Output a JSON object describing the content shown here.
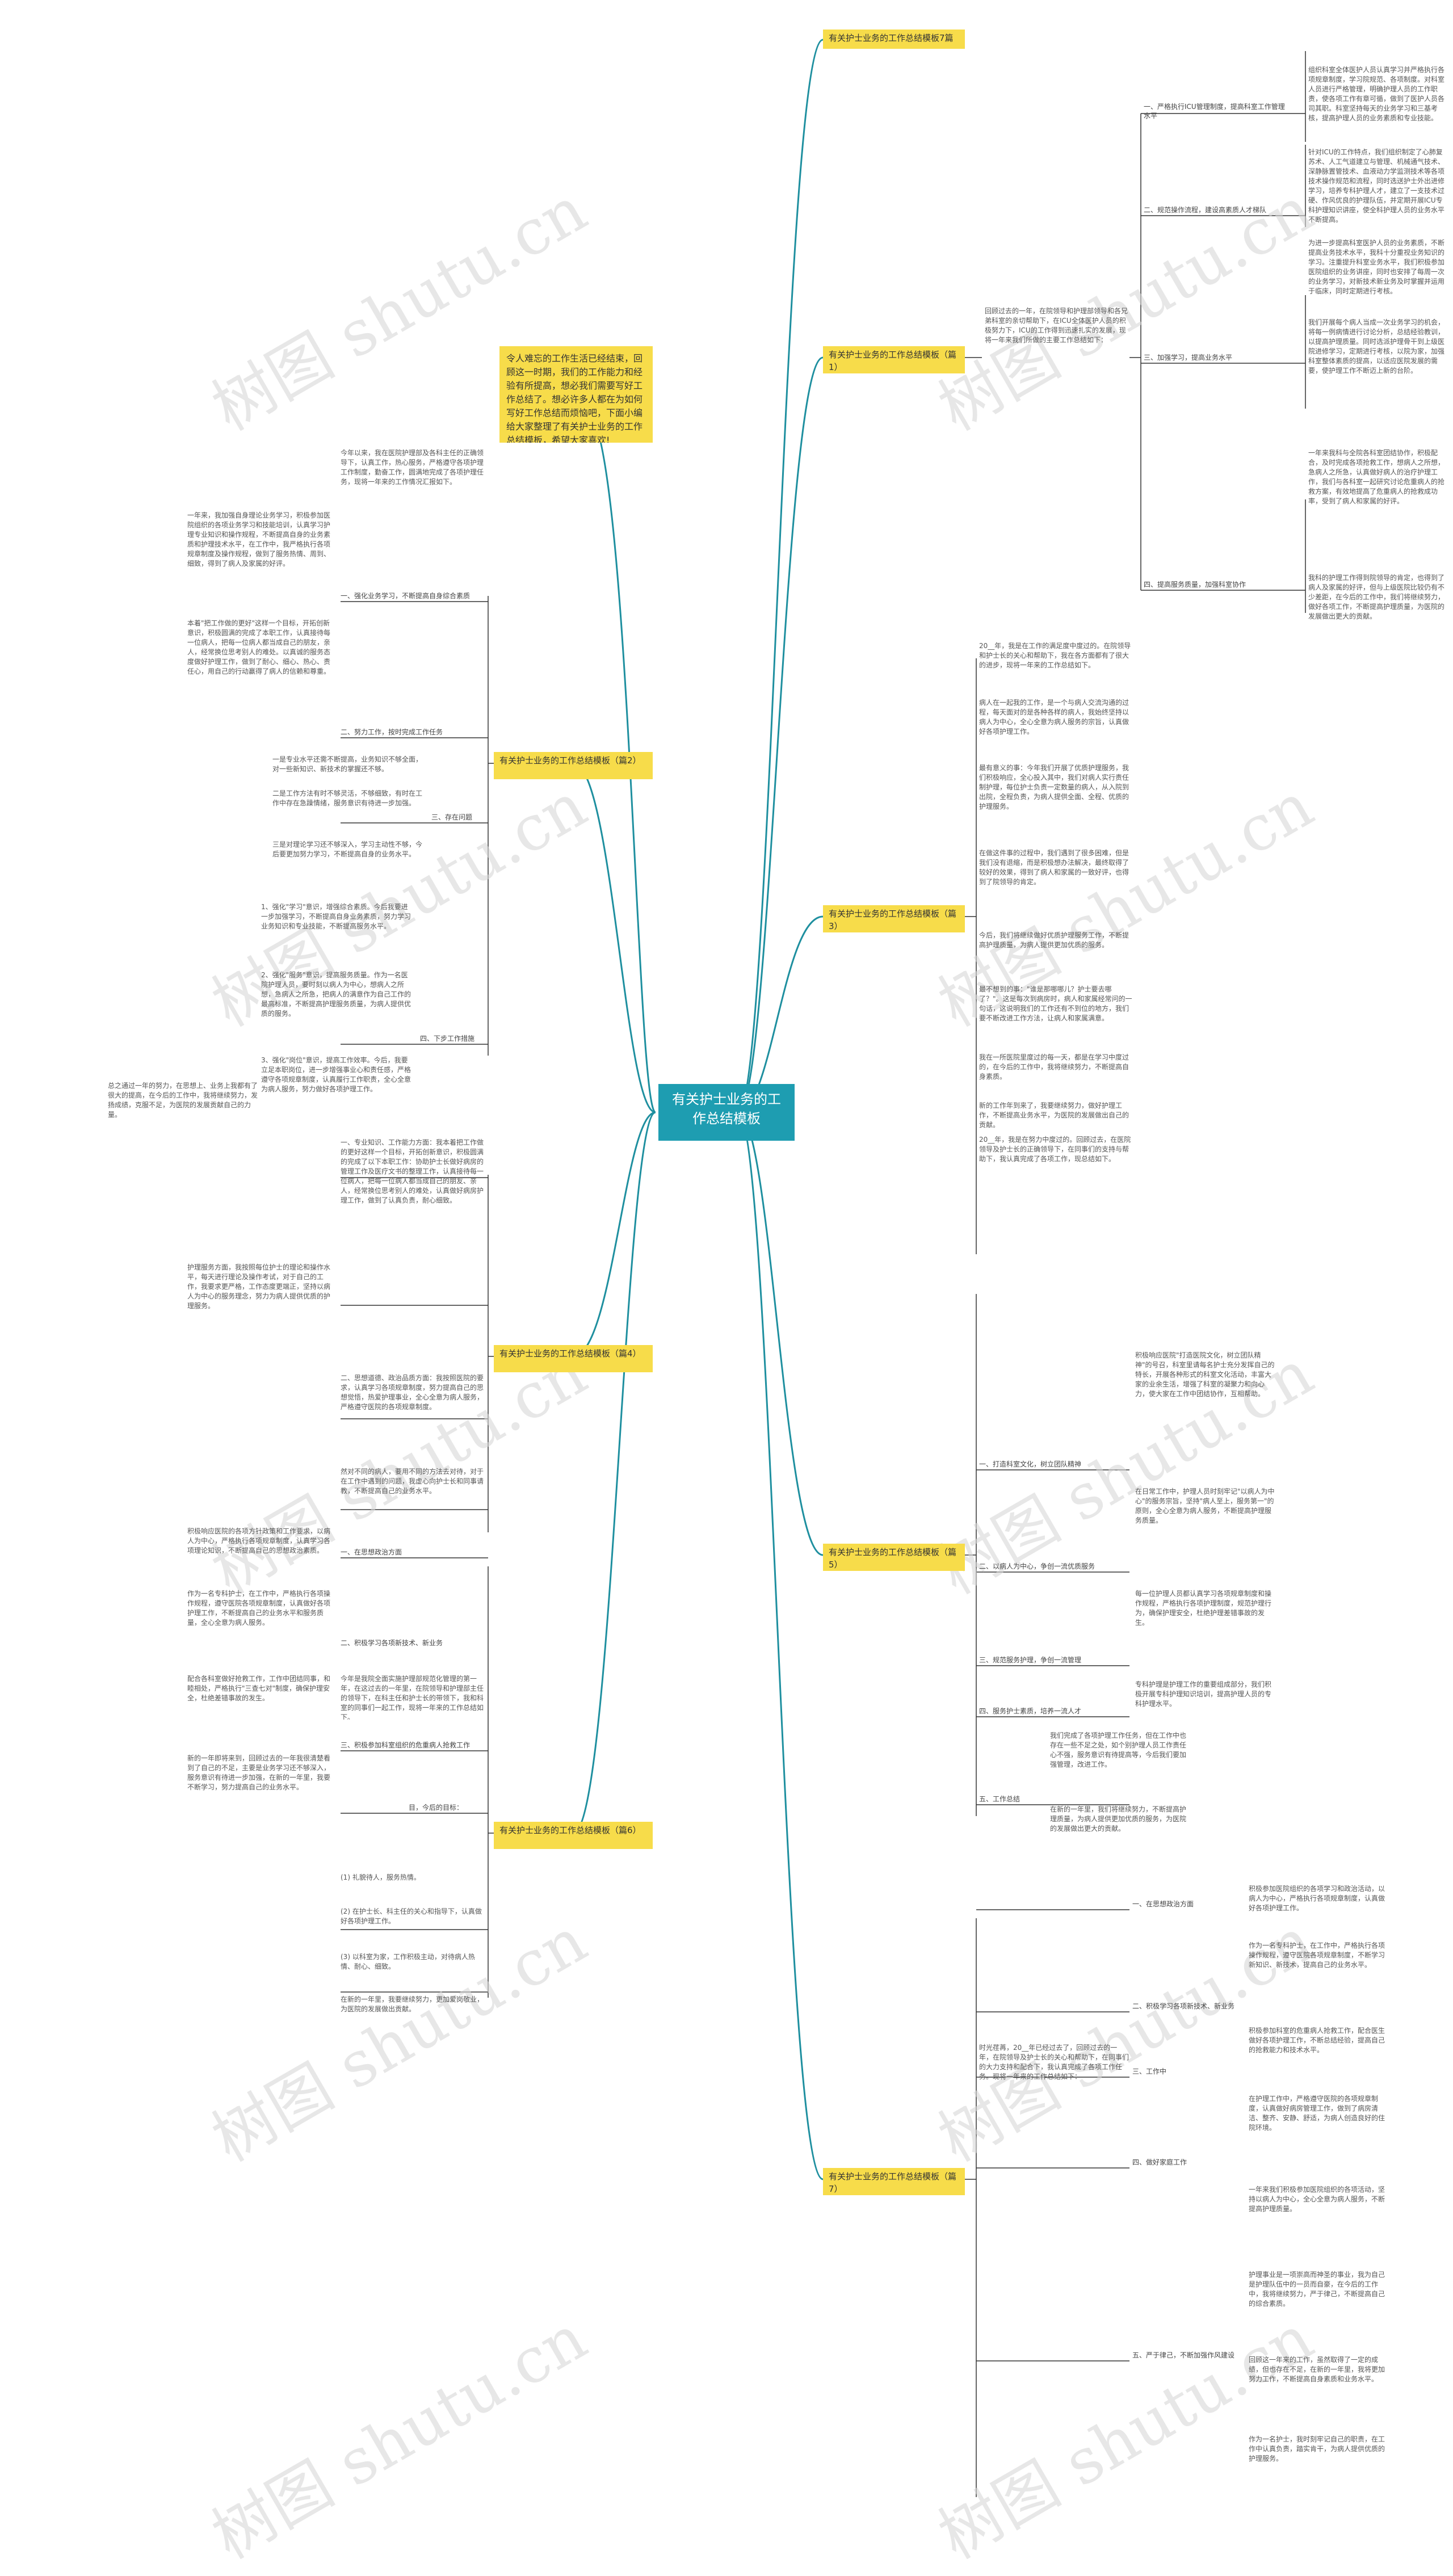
{
  "root": {
    "label": "有关护士业务的工作总结模板"
  },
  "intro": {
    "text": "令人难忘的工作生活已经结束，回顾这一时期，我们的工作能力和经验有所提高，想必我们需要写好工作总结了。想必许多人都在为如何写好工作总结而烦恼吧，下面小编给大家整理了有关护士业务的工作总结模板，希望大家喜欢!"
  },
  "watermark": {
    "text": "树图 shutu.cn"
  },
  "branches": [
    {
      "label": "有关护士业务的工作总结模板7篇"
    },
    {
      "label": "有关护士业务的工作总结模板（篇1）"
    },
    {
      "label": "有关护士业务的工作总结模板（篇2）"
    },
    {
      "label": "有关护士业务的工作总结模板（篇3）"
    },
    {
      "label": "有关护士业务的工作总结模板（篇4）"
    },
    {
      "label": "有关护士业务的工作总结模板（篇5）"
    },
    {
      "label": "有关护士业务的工作总结模板（篇6）"
    },
    {
      "label": "有关护士业务的工作总结模板（篇7）"
    }
  ],
  "p1": {
    "intro": "回顾过去的一年，在院领导和护理部领导和各兄弟科室的亲切帮助下，在ICU全体医护人员的积极努力下，ICU的工作得到迅速扎实的发展，现将一年来我们所做的主要工作总结如下：",
    "s1": "一、严格执行ICU管理制度，提高科室工作管理水平",
    "s1d": "组织科室全体医护人员认真学习并严格执行各项规章制度，学习院规范、各项制度。对科室人员进行严格管理，明确护理人员的工作职责，使各项工作有章可循，做到了医护人员各司其职。科室坚持每天的业务学习和三基考核，提高护理人员的业务素质和专业技能。",
    "s2": "二、规范操作流程，建设高素质人才梯队",
    "s2d": "针对ICU的工作特点，我们组织制定了心肺复苏术、人工气道建立与管理、机械通气技术、深静脉置管技术、血液动力学监测技术等各项技术操作规范和流程，同时选送护士外出进修学习，培养专科护理人才，建立了一支技术过硬、作风优良的护理队伍，并定期开展ICU专科护理知识讲座，使全科护理人员的业务水平不断提高。",
    "s3": "三、加强学习，提高业务水平",
    "s3d1": "为进一步提高科室医护人员的业务素质，不断提高业务技术水平，我科十分重视业务知识的学习。注重提升科室业务水平，我们积极参加医院组织的业务讲座，同时也安排了每周一次的业务学习，对新技术新业务及时掌握并运用于临床，同时定期进行考核。",
    "s3d2": "我们开展每个病人当成一次业务学习的机会，将每一例病情进行讨论分析，总结经验教训，以提高护理质量。同时选派护理骨干到上级医院进修学习，定期进行考核，以院为家，加强科室整体素质的提高，以适应医院发展的需要，使护理工作不断迈上新的台阶。",
    "s4": "四、提高服务质量，加强科室协作",
    "s4d1": "一年来我科与全院各科室团结协作，积极配合，及时完成各项抢救工作，想病人之所想，急病人之所急，认真做好病人的治疗护理工作，我们与各科室一起研究讨论危重病人的抢救方案，有效地提高了危重病人的抢救成功率，受到了病人和家属的好评。",
    "s4d2": "我科的护理工作得到院领导的肯定，也得到了病人及家属的好评，但与上级医院比较仍有不少差距，在今后的工作中，我们将继续努力，做好各项工作，不断提高护理质量，为医院的发展做出更大的贡献。"
  },
  "p2": {
    "intro": "今年以来，我在医院护理部及各科主任的正确领导下，认真工作，热心服务，严格遵守各项护理工作制度，勤奋工作，圆满地完成了各项护理任务，现将一年来的工作情况汇报如下。",
    "s1": "一、强化业务学习，不断提高自身综合素质",
    "s1d": "一年来，我加强自身理论业务学习，积极参加医院组织的各项业务学习和技能培训，认真学习护理专业知识和操作规程，不断提高自身的业务素质和护理技术水平，在工作中，我严格执行各项规章制度及操作规程，做到了服务热情、周到、细致，得到了病人及家属的好评。",
    "s2": "二、努力工作，按时完成工作任务",
    "s2d": "本着\"把工作做的更好\"这样一个目标，开拓创新意识，积极圆满的完成了本职工作，认真接待每一位病人，把每一位病人都当成自己的朋友，亲人，经常换位思考别人的难处。以真诚的服务态度做好护理工作，做到了耐心、细心、热心、责任心，用自己的行动赢得了病人的信赖和尊重。",
    "s3": "三、存在问题",
    "s3d1": "一是专业水平还需不断提高，业务知识不够全面，对一些新知识、新技术的掌握还不够。",
    "s3d2": "二是工作方法有时不够灵活，不够细致，有时在工作中存在急躁情绪，服务意识有待进一步加强。",
    "s3d3": "三是对理论学习还不够深入，学习主动性不够，今后要更加努力学习，不断提高自身的业务水平。",
    "s4": "四、下步工作措施",
    "s4d1": "1、强化\"学习\"意识，增强综合素质。今后我要进一步加强学习，不断提高自身业务素质，努力学习业务知识和专业技能，不断提高服务水平。",
    "s4d2": "2、强化\"服务\"意识，提高服务质量。作为一名医院护理人员，要时刻以病人为中心，想病人之所想，急病人之所急，把病人的满意作为自己工作的最高标准，不断提高护理服务质量，为病人提供优质的服务。",
    "s4d3": "3、强化\"岗位\"意识，提高工作效率。今后，我要立足本职岗位，进一步增强事业心和责任感，严格遵守各项规章制度，认真履行工作职责，全心全意为病人服务，努力做好各项护理工作。",
    "close": "总之通过一年的努力，在思想上、业务上我都有了很大的提高，在今后的工作中，我将继续努力，发扬成绩，克服不足，为医院的发展贡献自己的力量。"
  },
  "p3": {
    "intro": "20__年，我是在工作的满足度中度过的。在院领导和护士长的关心和帮助下，我在各方面都有了很大的进步，现将一年来的工作总结如下。",
    "d1": "病人在一起我的工作，是一个与病人交流沟通的过程，每天面对的是各种各样的病人，我始终坚持以病人为中心，全心全意为病人服务的宗旨，认真做好各项护理工作。",
    "d2": "最有意义的事：今年我们开展了优质护理服务，我们积极响应，全心投入其中，我们对病人实行责任制护理，每位护士负责一定数量的病人，从入院到出院，全程负责，为病人提供全面、全程、优质的护理服务。",
    "d3": "在做这件事的过程中，我们遇到了很多困难，但是我们没有退缩，而是积极想办法解决，最终取得了较好的效果，得到了病人和家属的一致好评，也得到了院领导的肯定。",
    "d4": "今后，我们将继续做好优质护理服务工作，不断提高护理质量，为病人提供更加优质的服务。",
    "d5": "最不想到的事：\"谁是那哪哪儿？护士要去哪了？\"。这是每次到病房时，病人和家属经常问的一句话，这说明我们的工作还有不到位的地方，我们要不断改进工作方法，让病人和家属满意。",
    "d6": "我在一所医院里度过的每一天，都是在学习中度过的，在今后的工作中，我将继续努力，不断提高自身素质。",
    "d7": "新的工作年到来了，我要继续努力，做好护理工作，不断提高业务水平，为医院的发展做出自己的贡献。"
  },
  "p4": {
    "d1": "一、专业知识、工作能力方面：我本着把工作做的更好这样一个目标，开拓创新意识，积极圆满的完成了以下本职工作：协助护士长做好病房的管理工作及医疗文书的整理工作，认真接待每一位病人，把每一位病人都当成自己的朋友、亲人，经常换位思考别人的难处，认真做好病房护理工作，做到了认真负责，耐心细致。",
    "d2": "护理服务方面，我按照每位护士的理论和操作水平，每天进行理论及操作考试，对于自己的工作，我要求更严格，工作态度更端正，坚持以病人为中心的服务理念，努力为病人提供优质的护理服务。",
    "d3": "二、思想道德、政治品质方面：我按照医院的要求，认真学习各项规章制度，努力提高自己的思想觉悟，热爱护理事业，全心全意为病人服务，严格遵守医院的各项规章制度。",
    "d4": "然对不同的病人，要用不同的方法去对待，对于在工作中遇到的问题，我虚心向护士长和同事请教，不断提高自己的业务水平。"
  },
  "p5": {
    "intro": "20__年，我是在努力中度过的。回顾过去，在医院领导及护士长的正确领导下，在同事们的支持与帮助下，我认真完成了各项工作，现总结如下。",
    "s1": "一、打造科室文化，树立团队精神",
    "s1d": "积极响应医院\"打造医院文化，树立团队精神\"的号召，科室里请每名护士充分发挥自己的特长，开展各种形式的科室文化活动，丰富大家的业余生活，增强了科室的凝聚力和向心力，使大家在工作中团结协作，互相帮助。",
    "s2": "二、以病人为中心，争创一流优质服务",
    "s2d": "在日常工作中，护理人员时刻牢记\"以病人为中心\"的服务宗旨，坚持\"病人至上，服务第一\"的原则，全心全意为病人服务，不断提高护理服务质量。",
    "s3": "三、规范服务护理，争创一流管理",
    "s3d": "每一位护理人员都认真学习各项规章制度和操作规程，严格执行各项护理制度，规范护理行为，确保护理安全，杜绝护理差错事故的发生。",
    "s4": "四、服务护士素质，培养一流人才",
    "s4d": "专科护理是护理工作的重要组成部分，我们积极开展专科护理知识培训，提高护理人员的专科护理水平。",
    "s5": "五、工作总结",
    "s5d1": "我们完成了各项护理工作任务，但在工作中也存在一些不足之处，如个别护理人员工作责任心不强，服务意识有待提高等，今后我们要加强管理，改进工作。",
    "s5d2": "在新的一年里，我们将继续努力，不断提高护理质量，为病人提供更加优质的服务，为医院的发展做出更大的贡献。"
  },
  "p6": {
    "intro": "今年是我院全面实施护理部规范化管理的第一年，在这过去的一年里，在院领导和护理部主任的领导下，在科主任和护士长的带领下，我和科室的同事们一起工作，现将一年来的工作总结如下。",
    "s1": "一、在思想政治方面",
    "s1d": "积极响应医院的各项方针政策和工作要求，以病人为中心，严格执行各项规章制度，认真学习各项理论知识，不断提高自己的思想政治素质。",
    "s2": "二、积极学习各项新技术、新业务",
    "s2d": "作为一名专科护士，在工作中，严格执行各项操作规程，遵守医院各项规章制度，认真做好各项护理工作，不断提高自己的业务水平和服务质量，全心全意为病人服务。",
    "s2d2": "配合各科室做好抢救工作，工作中团结同事，和睦相处，严格执行\"三查七对\"制度，确保护理安全，杜绝差错事故的发生。",
    "s3": "三、积极参加科室组织的危重病人抢救工作",
    "s3d": "新的一年即将来到，回顾过去的一年我很清楚看到了自己的不足，主要是业务学习还不够深入，服务意识有待进一步加强，在新的一年里，我要不断学习，努力提高自己的业务水平。",
    "close1": "(1) 礼貌待人，服务热情。",
    "close2": "(2) 在护士长、科主任的关心和指导下，认真做好各项护理工作。",
    "close3": "(3) 以科室为家，工作积极主动，对待病人热情、耐心、细致。",
    "close4": "在新的一年里，我要继续努力，更加爱岗敬业，为医院的发展做出贡献。",
    "end": "目，今后的目标："
  },
  "p7": {
    "intro": "时光荏苒，20__年已经过去了，回顾过去的一年，在院领导及护士长的关心和帮助下，在同事们的大力支持和配合下，我认真完成了各项工作任务。现将一年来的工作总结如下：",
    "s1": "一、在思想政治方面",
    "s1d": "积极参加医院组织的各项学习和政治活动，以病人为中心，严格执行各项规章制度，认真做好各项护理工作。",
    "s2": "二、积极学习各项新技术、新业务",
    "s2d": "作为一名专科护士，在工作中，严格执行各项操作规程，遵守医院各项规章制度，不断学习新知识、新技术，提高自己的业务水平。",
    "s3": "三、工作中",
    "s3d": "积极参加科室的危重病人抢救工作，配合医生做好各项护理工作，不断总结经验，提高自己的抢救能力和技术水平。",
    "s4": "四、做好家庭工作",
    "s4d": "在护理工作中，严格遵守医院的各项规章制度，认真做好病房管理工作，做到了病房清洁、整齐、安静、舒适，为病人创造良好的住院环境。",
    "s5": "五、严于律己，不断加强作风建设",
    "s5d1": "一年来我们积极参加医院组织的各项活动，坚持以病人为中心，全心全意为病人服务，不断提高护理质量。",
    "s5d2": "护理事业是一项崇高而神圣的事业，我为自己是护理队伍中的一员而自豪，在今后的工作中，我将继续努力，严于律己，不断提高自己的综合素质。",
    "s5d3": "回顾这一年来的工作，虽然取得了一定的成绩，但也存在不足，在新的一年里，我将更加努力工作，不断提高自身素质和业务水平。",
    "s5d4": "作为一名护士，我时刻牢记自己的职责，在工作中认真负责，踏实肯干，为病人提供优质的护理服务。"
  },
  "colors": {
    "root": "#1e9db1",
    "branch": "#f7dc4a",
    "line": "#1e8f9f",
    "leaf_line": "#333333"
  }
}
